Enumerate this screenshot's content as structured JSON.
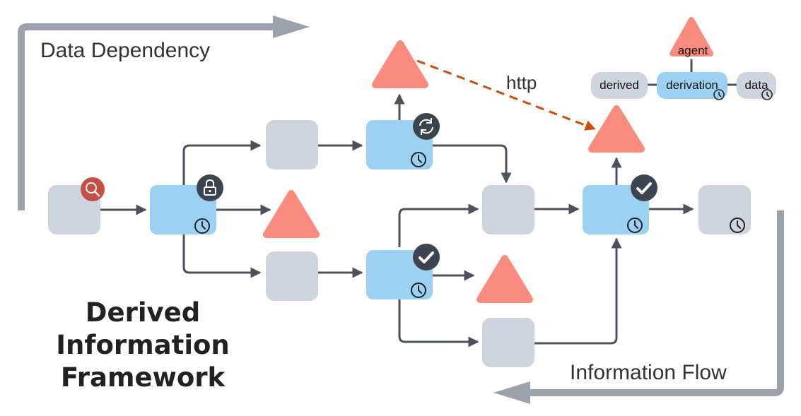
{
  "diagram": {
    "title_lines": [
      "Derived",
      "Information",
      "Framework"
    ],
    "arrow_labels": {
      "data_dependency": "Data Dependency",
      "information_flow": "Information Flow",
      "http": "http"
    },
    "legend": {
      "agent": "agent",
      "derived": "derived",
      "derivation": "derivation",
      "data": "data"
    },
    "node_types": [
      "data",
      "derivation",
      "agent"
    ],
    "icons": {
      "search": "search-icon",
      "lock": "lock-icon",
      "refresh": "refresh-icon",
      "check": "check-icon",
      "clock": "clock-icon"
    }
  },
  "colors": {
    "data_node": "#cfd5de",
    "derivation_node": "#9dd1f2",
    "agent": "#f98b7f",
    "connector": "#4b525c",
    "flow_arrow": "#9ba2ab",
    "http_arrow": "#c84f0c",
    "badge_dark": "#3c4450",
    "badge_search": "#c44f44"
  }
}
